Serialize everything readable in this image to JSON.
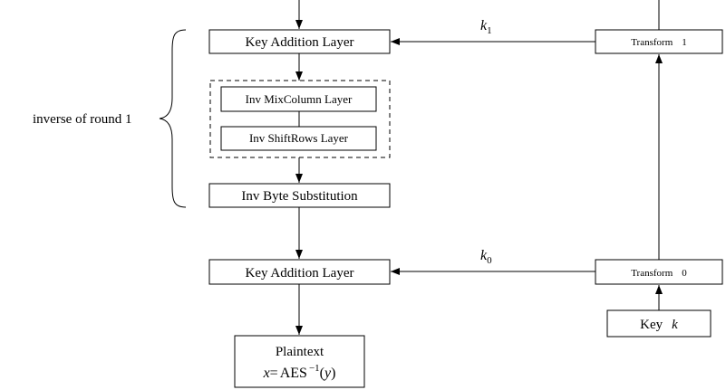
{
  "key_add_top": "Key Addition Layer",
  "inv_mixcolumn": "Inv MixColumn Layer",
  "inv_shiftrows": "Inv ShiftRows Layer",
  "inv_byte_sub": "Inv Byte Substitution",
  "key_add_bottom": "Key Addition Layer",
  "plaintext_label": "Plaintext",
  "plaintext_formula": {
    "x": "x",
    "eq": "=",
    "aes": "AES",
    "sup": "−1",
    "arg_open": "(",
    "arg": "y",
    "arg_close": ")"
  },
  "brace_label": "inverse of round 1",
  "transform1": {
    "name": "Transform",
    "index": "1"
  },
  "transform0": {
    "name": "Transform",
    "index": "0"
  },
  "key_box": {
    "name": "Key",
    "var": "k"
  },
  "k1": {
    "var": "k",
    "sub": "1"
  },
  "k0": {
    "var": "k",
    "sub": "0"
  }
}
